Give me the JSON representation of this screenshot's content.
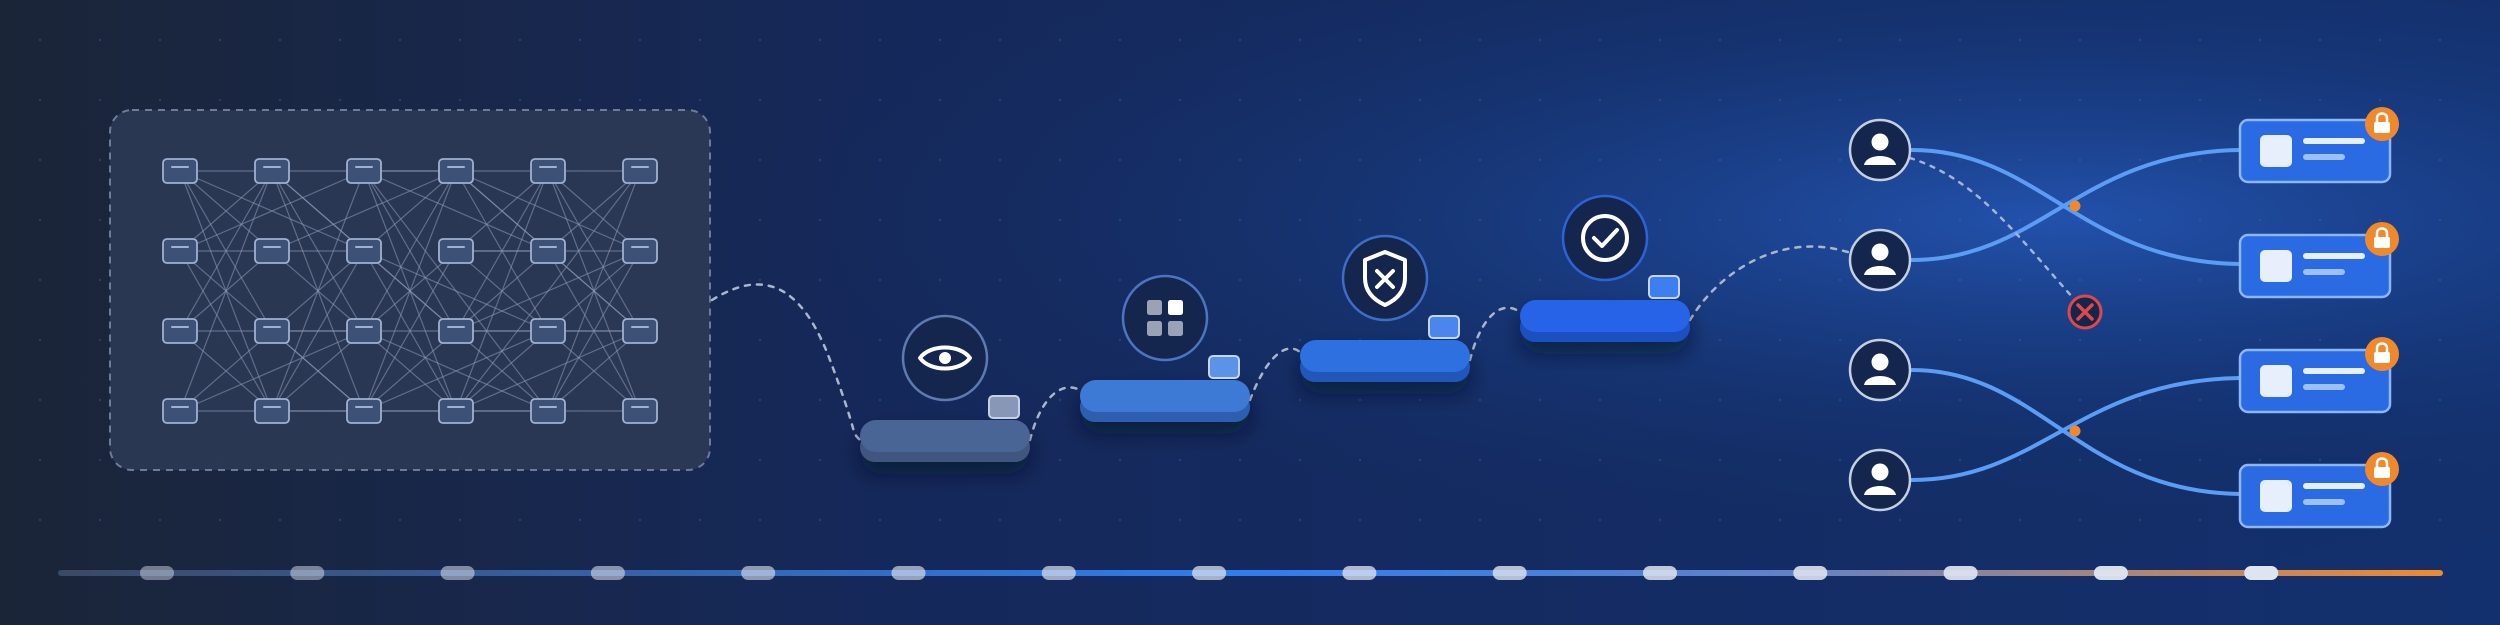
{
  "colors": {
    "bg_dark": "#1a2438",
    "bg_mid": "#15306b",
    "bg_glow": "#1f4fa3",
    "panel_fill": "#2c3a55",
    "panel_stroke": "#6d7c99",
    "node_fill": "#3d5076",
    "node_stroke": "#9fb1d1",
    "accent_blue": "#2f6fe0",
    "line_blue": "#5b9df5",
    "orange": "#f0892c",
    "error_red": "#e04848",
    "icon_white": "#ffffff"
  },
  "network": {
    "rows": 4,
    "cols": 6
  },
  "pipeline": {
    "stages": [
      {
        "name": "inspect",
        "icon": "eye-icon",
        "tone": "#4a6596"
      },
      {
        "name": "organize",
        "icon": "grid-icon",
        "tone": "#3d7ad6"
      },
      {
        "name": "block",
        "icon": "shield-x-icon",
        "tone": "#2f6fe0"
      },
      {
        "name": "approve",
        "icon": "check-circle-icon",
        "tone": "#2563e6"
      }
    ]
  },
  "access": {
    "users": 4,
    "resources": 4,
    "resource_icon": "lock-icon",
    "user_icon": "user-icon",
    "denied_icon": "close-icon"
  },
  "timeline": {
    "segments": 15,
    "gradient": [
      "#3a4a66",
      "#2f7df0",
      "#f0892c"
    ]
  }
}
